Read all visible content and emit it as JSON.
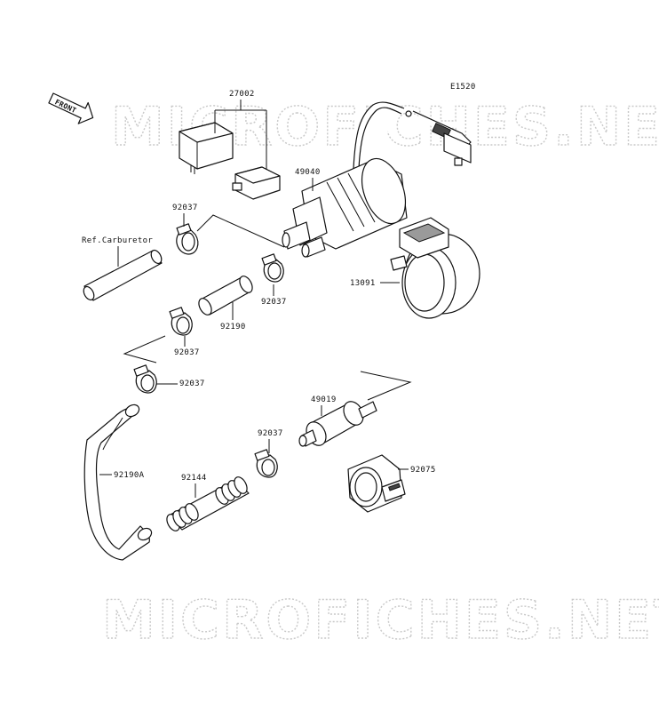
{
  "diagram_code": "E1520",
  "front_label": "FRONT",
  "watermark": "MICROFICHES.NET",
  "parts": {
    "relay": "27002",
    "fuel_pump": "49040",
    "pump_bracket": "13091",
    "clamp_a": "92037",
    "clamp_b": "92037",
    "clamp_c": "92037",
    "clamp_d": "92037",
    "clamp_e": "92037",
    "hose_short": "92190",
    "hose_long": "92190A",
    "fuel_filter": "49019",
    "spring": "92144",
    "filter_holder": "92075"
  },
  "reference_label": "Ref.Carburetor"
}
